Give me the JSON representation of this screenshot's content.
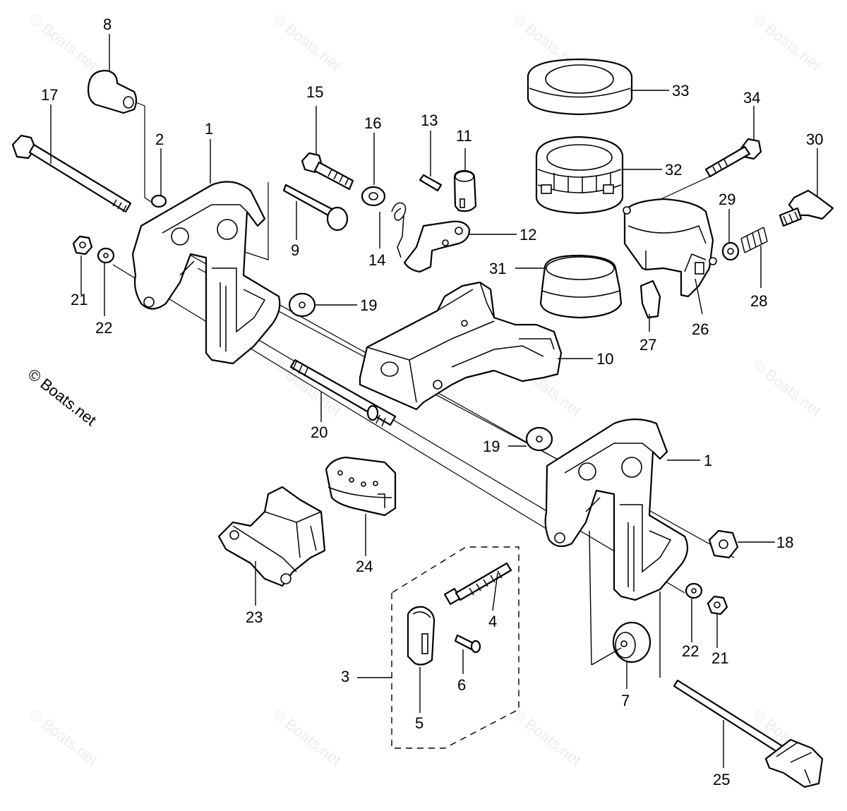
{
  "watermark": "© Boats.net",
  "brand_label": "© Boats.net",
  "callouts": {
    "p1a": "1",
    "p1b": "1",
    "p2": "2",
    "p3": "3",
    "p4": "4",
    "p5": "5",
    "p6": "6",
    "p7": "7",
    "p8": "8",
    "p9": "9",
    "p10": "10",
    "p11": "11",
    "p12": "12",
    "p13": "13",
    "p14": "14",
    "p15": "15",
    "p16": "16",
    "p17": "17",
    "p18": "18",
    "p19a": "19",
    "p19b": "19",
    "p20": "20",
    "p21a": "21",
    "p21b": "21",
    "p22a": "22",
    "p22b": "22",
    "p23": "23",
    "p24": "24",
    "p25": "25",
    "p26": "26",
    "p27": "27",
    "p28": "28",
    "p29": "29",
    "p30": "30",
    "p31": "31",
    "p32": "32",
    "p33": "33",
    "p34": "34"
  }
}
